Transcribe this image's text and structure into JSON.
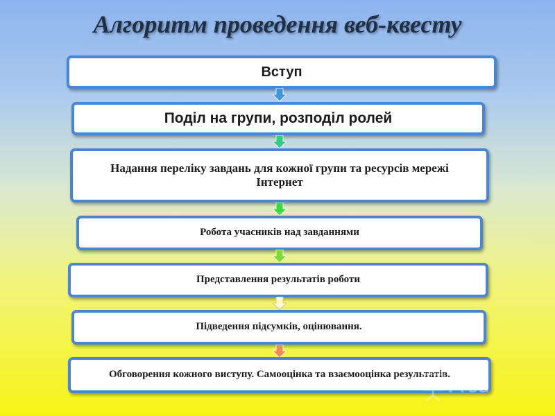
{
  "title": "Алгоритм проведення веб-квесту",
  "steps": [
    {
      "label": "Вступ"
    },
    {
      "label": "Поділ на групи, розподіл ролей"
    },
    {
      "label": "Надання переліку завдань для кожної групи та ресурсів мережі Інтернет"
    },
    {
      "label": "Робота учасників над завданнями"
    },
    {
      "label": "Представлення результатів роботи"
    },
    {
      "label": "Підведення підсумків, оцінювання."
    },
    {
      "label": "Обговорення кожного виступу. Самооцінка та взаємооцінка результатів."
    }
  ],
  "arrows": [
    {
      "color": "#3f96d8"
    },
    {
      "color": "#35c98e"
    },
    {
      "color": "#3ed93e"
    },
    {
      "color": "#7fd83a"
    },
    {
      "color": "#fffbd0"
    },
    {
      "color": "#f08a55"
    }
  ],
  "watermark": {
    "icon": "presentation-board-icon",
    "text": "Fred"
  }
}
